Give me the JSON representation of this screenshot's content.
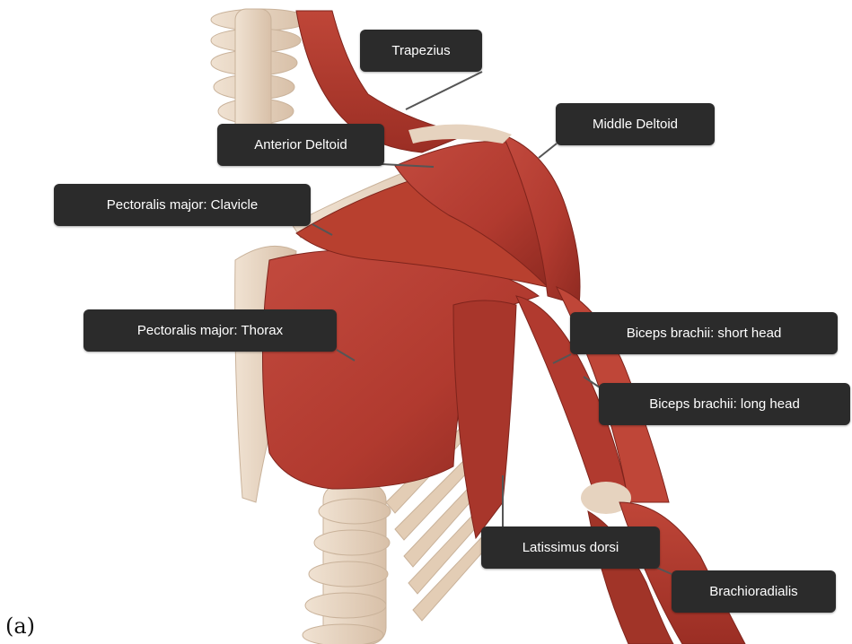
{
  "figure": {
    "caption": "(a)",
    "labels": {
      "trapezius": "Trapezius",
      "anterior_deltoid": "Anterior Deltoid",
      "middle_deltoid": "Middle Deltoid",
      "pectoralis_clavicle": "Pectoralis major: Clavicle",
      "pectoralis_thorax": "Pectoralis major: Thorax",
      "biceps_short": "Biceps brachii: short head",
      "biceps_long": "Biceps brachii: long head",
      "latissimus": "Latissimus dorsi",
      "brachioradialis": "Brachioradialis"
    }
  },
  "colors": {
    "muscle": "#b5392d",
    "muscle_dark": "#8e2820",
    "muscle_light": "#c9544a",
    "bone": "#e6d3bf",
    "label_bg": "#2b2b2b",
    "leader_line": "#555555"
  }
}
